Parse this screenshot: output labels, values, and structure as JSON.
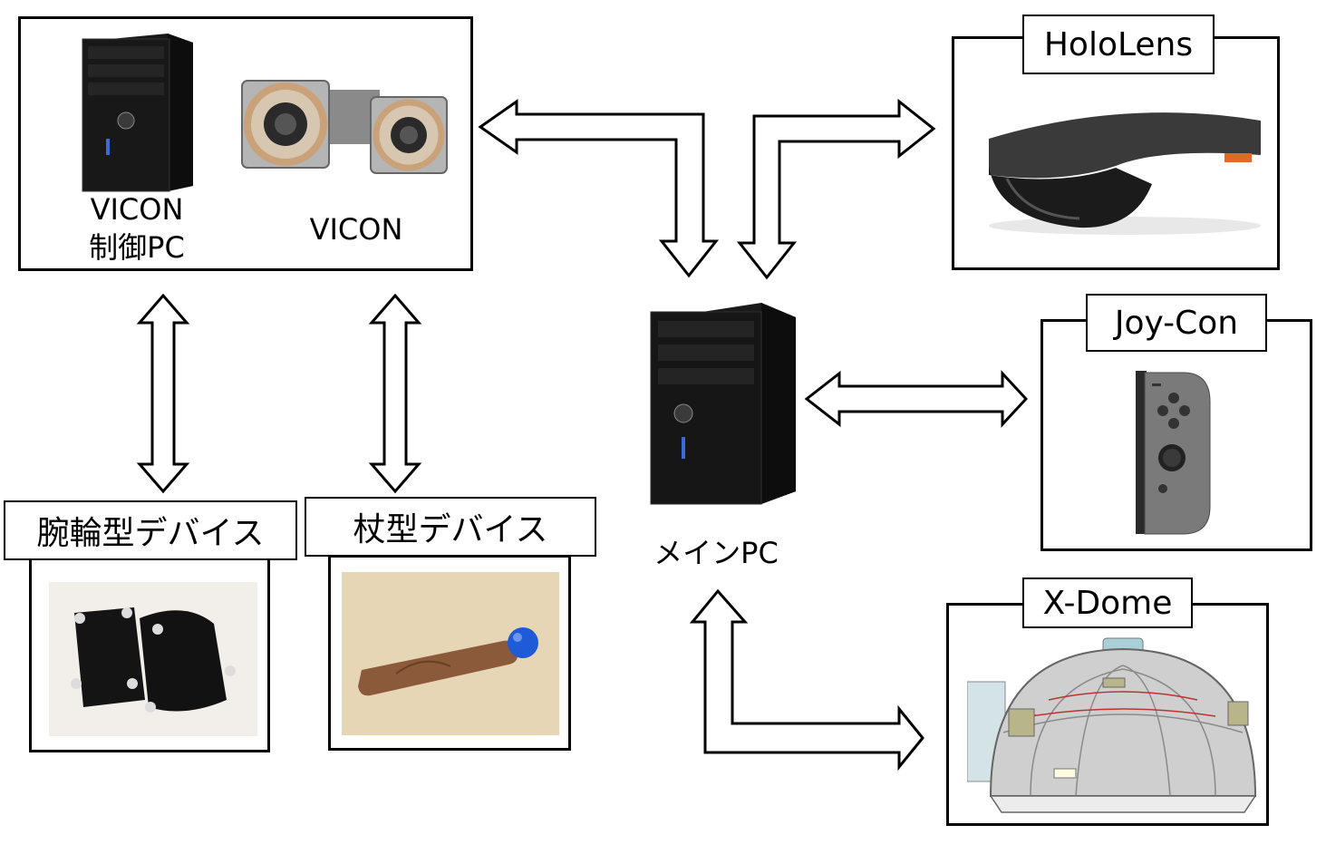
{
  "vicon_group": {
    "pc_label_line1": "VICON",
    "pc_label_line2": "制御PC",
    "camera_label": "VICON"
  },
  "main_pc": {
    "label": "メインPC"
  },
  "hololens": {
    "title": "HoloLens"
  },
  "joycon": {
    "title": "Joy-Con"
  },
  "xdome": {
    "title": "X-Dome"
  },
  "wristband": {
    "title": "腕輪型デバイス"
  },
  "staff": {
    "title": "杖型デバイス"
  },
  "colors": {
    "stroke": "#000000",
    "pc_body": "#141414",
    "camera_ring": "#c9a27a",
    "joycon_gray": "#7a7a7a",
    "staff_brown": "#8a5a3a",
    "staff_ball": "#1f5bd6",
    "table_beige": "#e7d6b5",
    "dome_gray": "#c8c8c8"
  }
}
